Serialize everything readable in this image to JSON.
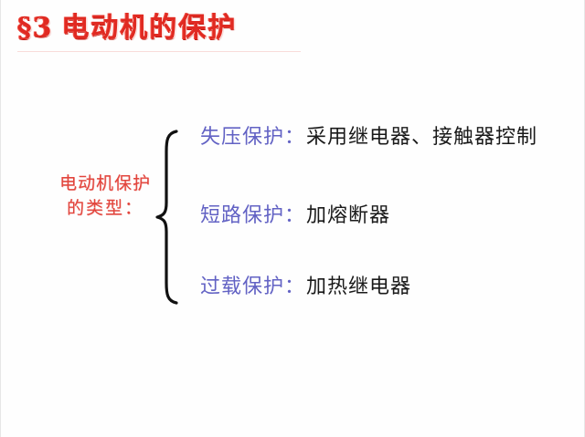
{
  "slide": {
    "background_color": "#fefefe",
    "title": {
      "section_mark": "§3",
      "text": "电动机的保护",
      "color": "#e02a22"
    },
    "left_label": {
      "line1": "电动机保护",
      "line2": "的类型：",
      "color": "#e2443c"
    },
    "brace": {
      "icon": "left-curly-brace-icon",
      "color": "#111111"
    },
    "branches": [
      {
        "term": "失压保护",
        "colon": "：",
        "description": "采用继电器、接触器控制",
        "term_color": "#6262c4",
        "description_color": "#1a1a1a"
      },
      {
        "term": "短路保护",
        "colon": "：",
        "description": "加熔断器",
        "term_color": "#6262c4",
        "description_color": "#1a1a1a"
      },
      {
        "term": "过载保护",
        "colon": "：",
        "description": "加热继电器",
        "term_color": "#6262c4",
        "description_color": "#1a1a1a"
      }
    ]
  }
}
